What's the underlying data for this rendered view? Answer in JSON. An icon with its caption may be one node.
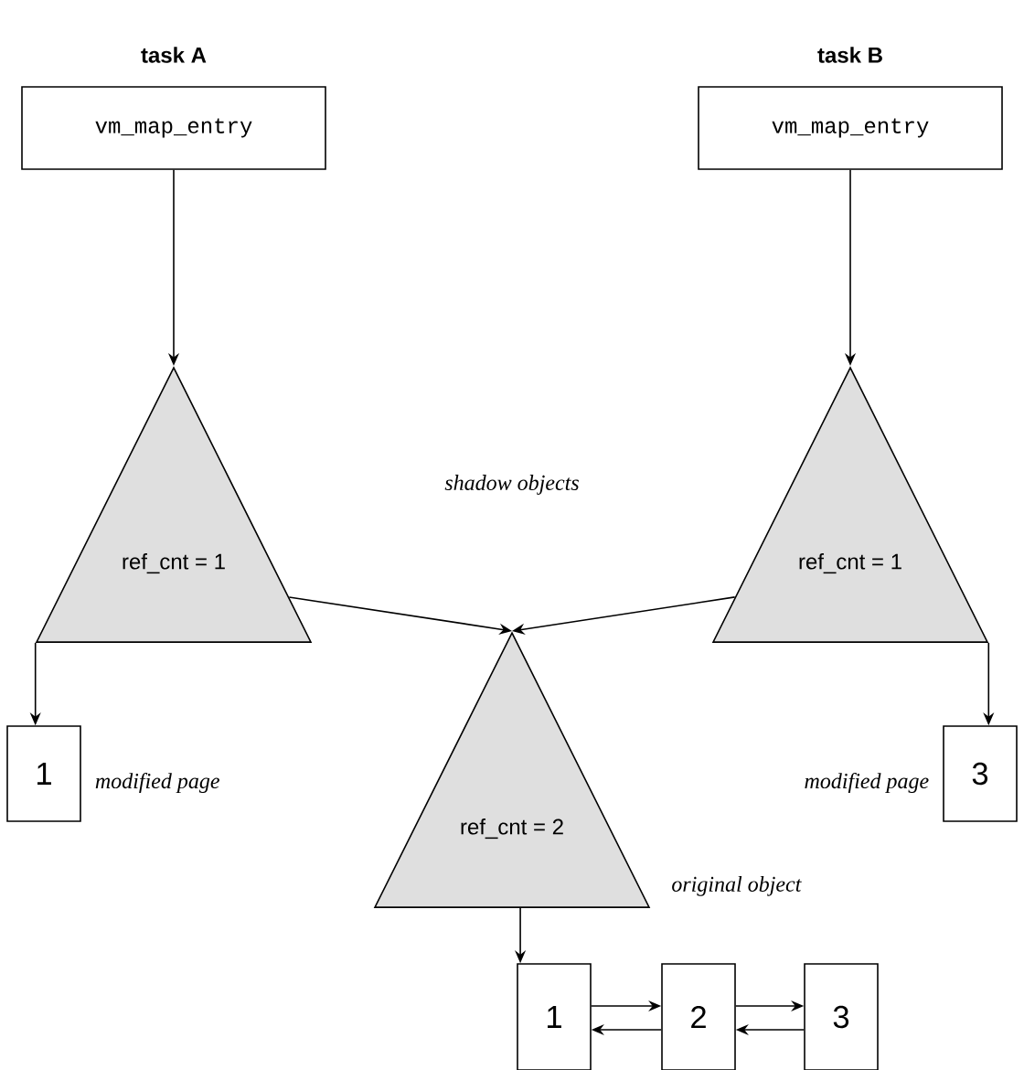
{
  "diagram": {
    "nodes": [
      {
        "text": [
          "task A",
          "vm_map_entry"
        ]
      },
      {
        "text": [
          "task B",
          "vm_map_entry"
        ]
      },
      {
        "text": [
          "ref_cnt = 1"
        ]
      },
      {
        "text": [
          "ref_cnt = 1"
        ]
      },
      {
        "text": [
          "1"
        ],
        "beside": [
          "modified page"
        ]
      },
      {
        "text": [
          "3"
        ],
        "beside": [
          "modified page"
        ]
      },
      {
        "text": [
          "ref_cnt = 2"
        ],
        "beside": [
          "original object"
        ]
      },
      {
        "text": [
          "1"
        ]
      },
      {
        "text": [
          "2"
        ]
      },
      {
        "text": [
          "3"
        ]
      }
    ],
    "edges": [
      {
        "from": 0,
        "to": 2,
        "arrow": "to"
      },
      {
        "from": 1,
        "to": 3,
        "arrow": "to"
      },
      {
        "from": 2,
        "to": 4,
        "arrow": "to"
      },
      {
        "from": 3,
        "to": 5,
        "arrow": "to"
      },
      {
        "from": 2,
        "to": 6,
        "arrow": "to"
      },
      {
        "from": 3,
        "to": 6,
        "arrow": "to"
      },
      {
        "from": 6,
        "to": 7,
        "arrow": "to"
      },
      {
        "from": 7,
        "to": 8,
        "arrow": "to"
      },
      {
        "from": 8,
        "to": 7,
        "arrow": "to"
      },
      {
        "from": 8,
        "to": 9,
        "arrow": "to"
      },
      {
        "from": 9,
        "to": 8,
        "arrow": "to"
      }
    ],
    "labels": [
      "shadow objects"
    ]
  }
}
